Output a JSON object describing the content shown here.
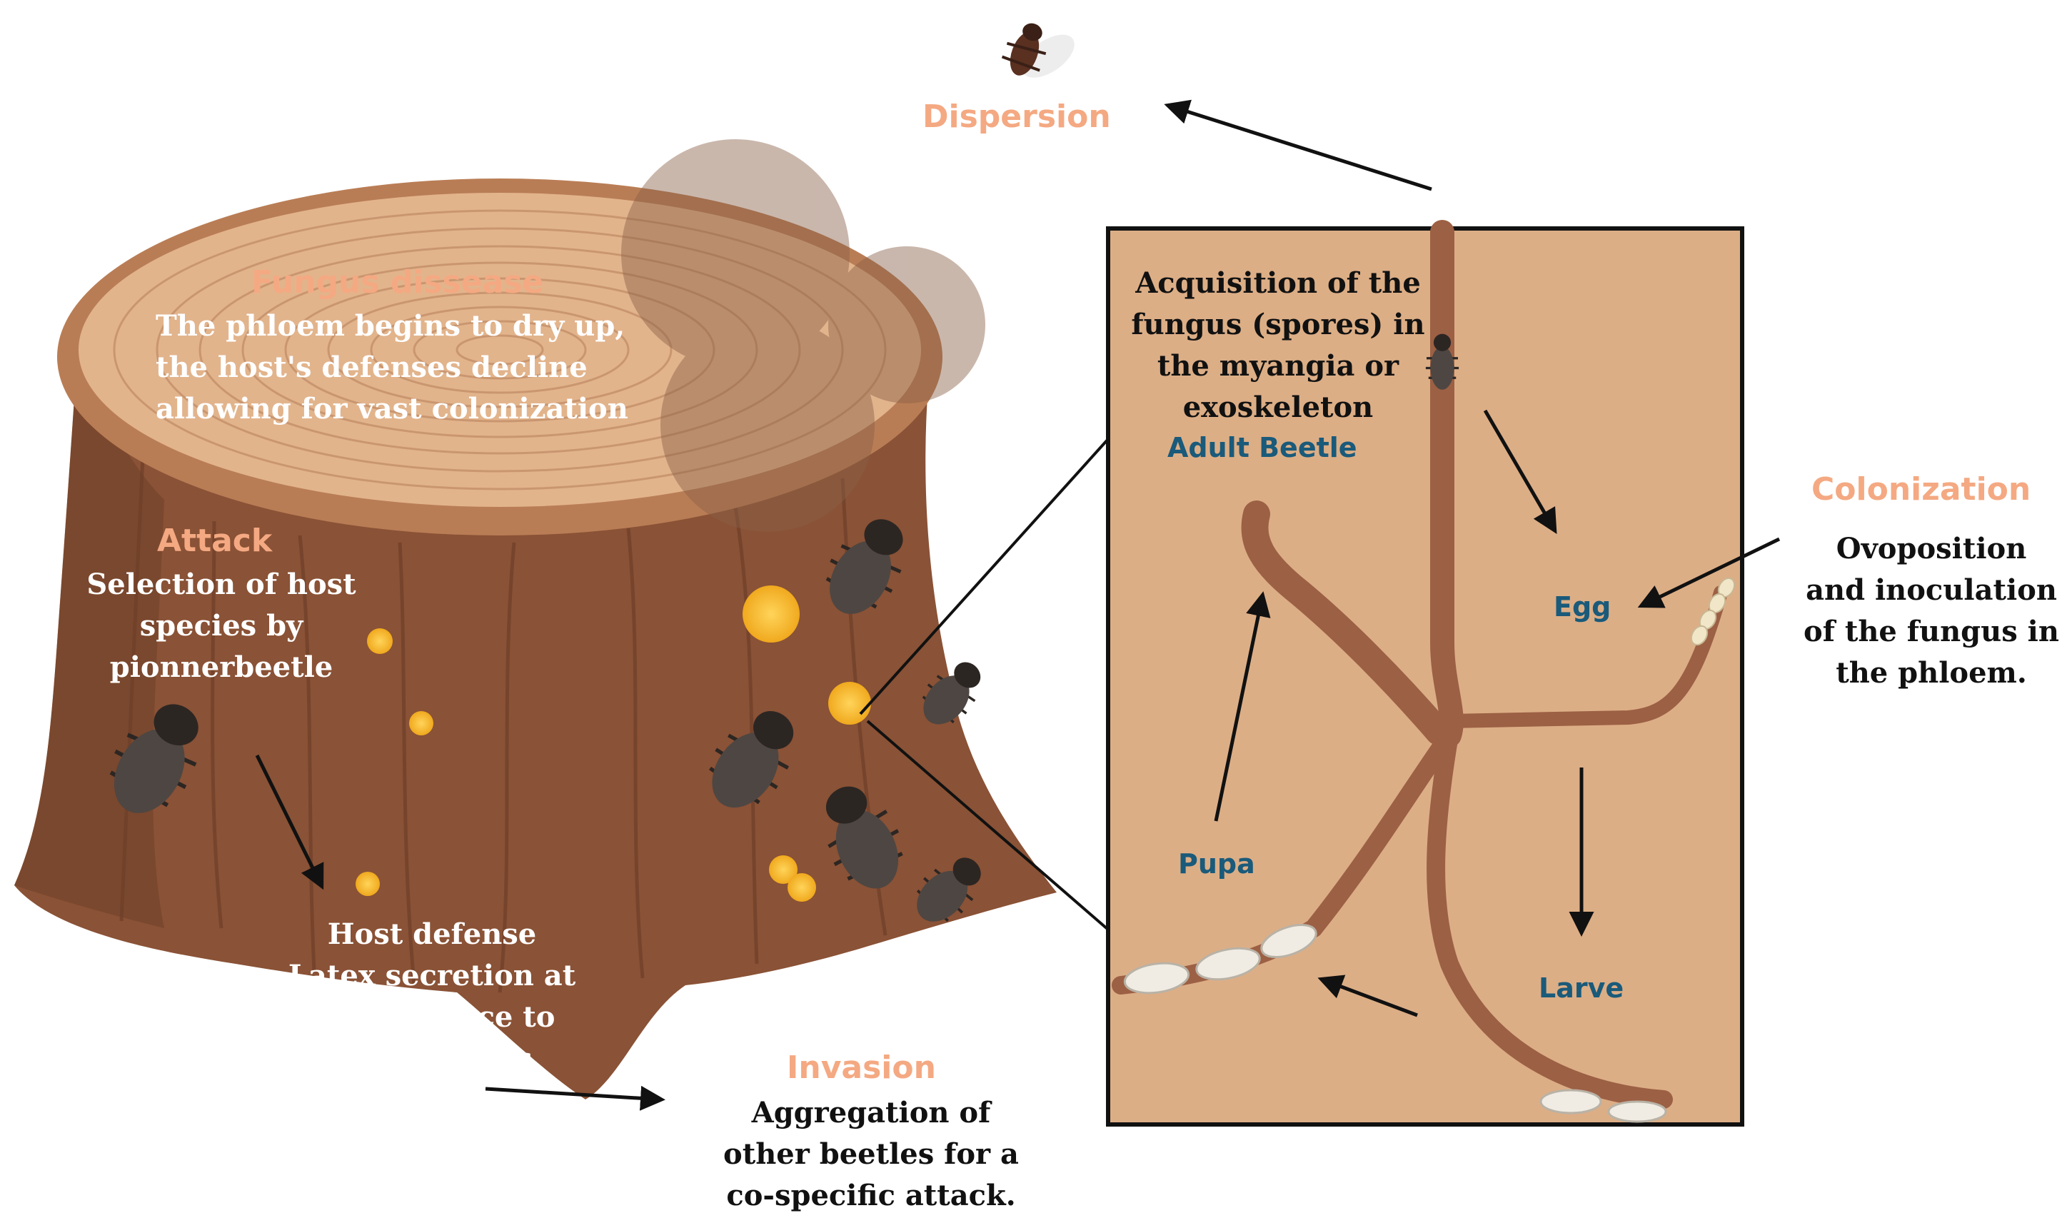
{
  "stages": {
    "dispersion": {
      "title": "Dispersion"
    },
    "fungus_disease": {
      "title": "Fungus dissease",
      "lines": [
        "The phloem begins to dry up,",
        "the host's defenses decline",
        "allowing for vast colonization"
      ]
    },
    "attack": {
      "title": "Attack",
      "lines": [
        "Selection of host",
        "species by",
        "pionnerbeetle"
      ]
    },
    "host_defense": {
      "lines": [
        "Host defense",
        "Latex secretion at",
        "the entrance to",
        "the galleries"
      ]
    },
    "invasion": {
      "title": "Invasion",
      "lines": [
        "Aggregation of",
        "other beetles for a",
        "co-specific attack."
      ]
    },
    "acquisition": {
      "lines": [
        "Acquisition of the",
        "fungus (spores) in",
        "the myangia or",
        "exoskeleton"
      ],
      "stage_label": "Adult Beetle"
    },
    "colonization": {
      "title": "Colonization",
      "lines": [
        "Ovoposition",
        "and inoculation",
        "of the fungus in",
        "the phloem."
      ]
    },
    "life_cycle": {
      "egg": "Egg",
      "larve": "Larve",
      "pupa": "Pupa"
    }
  },
  "colors": {
    "stump_bark": "#8a5236",
    "stump_bark_dark": "#6e3f28",
    "stump_top": "#e2b48c",
    "ring": "#c99670",
    "panel_bg": "#dcae86",
    "gallery": "#9c6044",
    "resin": "#f7b733",
    "beetle": "#2c2623",
    "accent_orange": "#f4a982",
    "accent_blue": "#1a5a7a"
  },
  "icons": [
    "beetle-icon",
    "flying-beetle-icon",
    "resin-droplet-icon",
    "larva-icon",
    "egg-icon",
    "arrow-icon"
  ]
}
